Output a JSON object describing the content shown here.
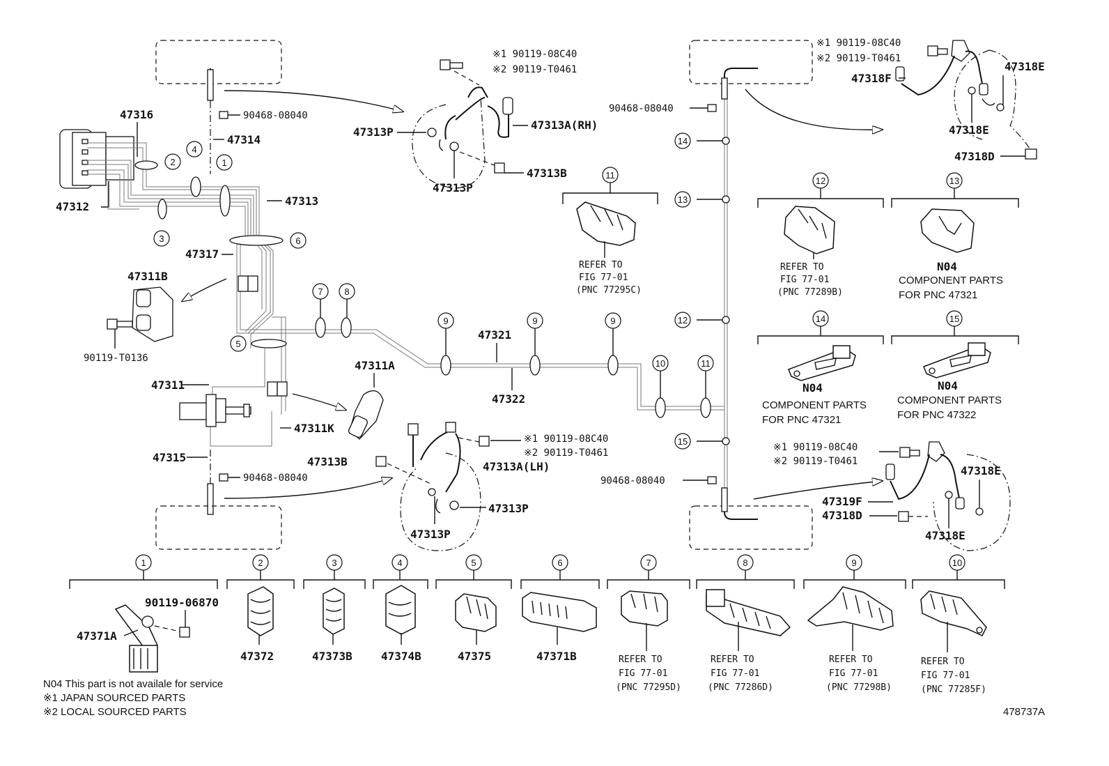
{
  "labels": {
    "p47316": "47316",
    "p47312": "47312",
    "p47314": "47314",
    "p47313": "47313",
    "p47317": "47317",
    "p47311B": "47311B",
    "p90119_T0136": "90119-T0136",
    "p47311": "47311",
    "p47311A": "47311A",
    "p47311K": "47311K",
    "p47315": "47315",
    "p90468_a": "90468-08040",
    "p90468_b": "90468-08040",
    "p90468_c": "90468-08040",
    "p90468_d": "90468-08040",
    "p47321": "47321",
    "p47322": "47322",
    "fr_note1": "※1 90119-08C40",
    "fr_note2": "※2 90119-T0461",
    "p47313P_a": "47313P",
    "p47313A_RH": "47313A(RH)",
    "p47313B_a": "47313B",
    "p47313P_b": "47313P",
    "lh_note1": "※1 90119-08C40",
    "lh_note2": "※2 90119-T0461",
    "p47313B_b": "47313B",
    "p47313A_LH": "47313A(LH)",
    "p47313P_c": "47313P",
    "p47313P_d": "47313P",
    "rr_note1": "※1 90119-08C40",
    "rr_note2": "※2 90119-T0461",
    "p47318F": "47318F",
    "p47318E_a": "47318E",
    "p47318E_b": "47318E",
    "p47318D_a": "47318D",
    "rl_note1": "※1 90119-08C40",
    "rl_note2": "※2 90119-T0461",
    "p47319F": "47319F",
    "p47318D_b": "47318D",
    "p47318E_c": "47318E",
    "p47318E_d": "47318E",
    "p90119_06870": "90119-06870",
    "p47371A": "47371A",
    "p47372": "47372",
    "p47373B": "47373B",
    "p47374B": "47374B",
    "p47375": "47375",
    "p47371B": "47371B"
  },
  "callouts": {
    "c11": {
      "l1": "REFER TO",
      "l2": "FIG 77-01",
      "l3": "(PNC 77295C)"
    },
    "c12": {
      "l1": "REFER TO",
      "l2": "FIG 77-01",
      "l3": "(PNC 77289B)"
    },
    "c13": {
      "l1": "N04",
      "l2": "COMPONENT PARTS",
      "l3": "FOR PNC 47321"
    },
    "c14": {
      "l1": "N04",
      "l2": "COMPONENT PARTS",
      "l3": "FOR PNC 47321"
    },
    "c15": {
      "l1": "N04",
      "l2": "COMPONENT PARTS",
      "l3": "FOR PNC 47322"
    },
    "c7": {
      "l1": "REFER TO",
      "l2": "FIG 77-01",
      "l3": "(PNC 77295D)"
    },
    "c8": {
      "l1": "REFER TO",
      "l2": "FIG 77-01",
      "l3": "(PNC 77286D)"
    },
    "c9": {
      "l1": "REFER TO",
      "l2": "FIG 77-01",
      "l3": "(PNC 77298B)"
    },
    "c10": {
      "l1": "REFER TO",
      "l2": "FIG 77-01",
      "l3": "(PNC 77285F)"
    }
  },
  "circle_numbers": [
    "1",
    "2",
    "3",
    "4",
    "5",
    "6",
    "7",
    "8",
    "9",
    "10",
    "11",
    "12",
    "13",
    "14",
    "15"
  ],
  "notes": {
    "n04": "N04  This part is not availale for service",
    "japan": "※1 JAPAN SOURCED PARTS",
    "local": "※2 LOCAL SOURCED PARTS"
  },
  "figure_id": "478737A"
}
